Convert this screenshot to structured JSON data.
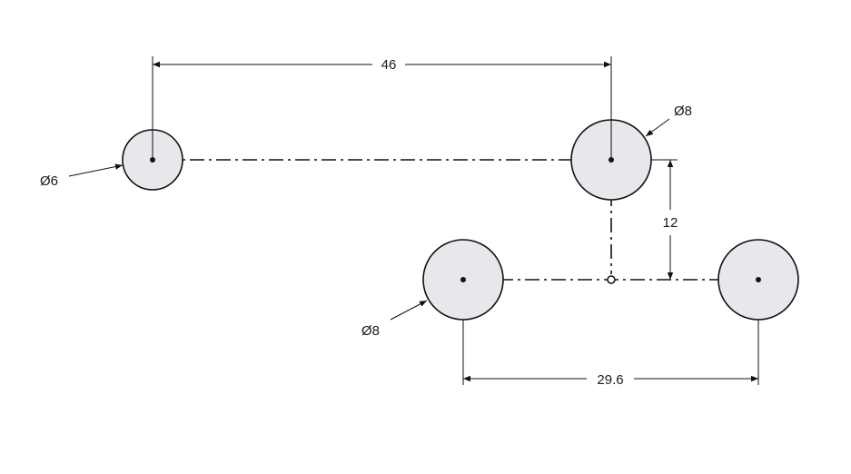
{
  "dimensions": {
    "top_horizontal": "46",
    "bottom_horizontal": "29.6",
    "vertical": "12"
  },
  "callouts": {
    "small_hole": "Ø6",
    "top_right_hole": "Ø8",
    "bottom_left_hole": "Ø8"
  },
  "colors": {
    "hole_fill": "#e6e8eb",
    "line": "#111111"
  }
}
